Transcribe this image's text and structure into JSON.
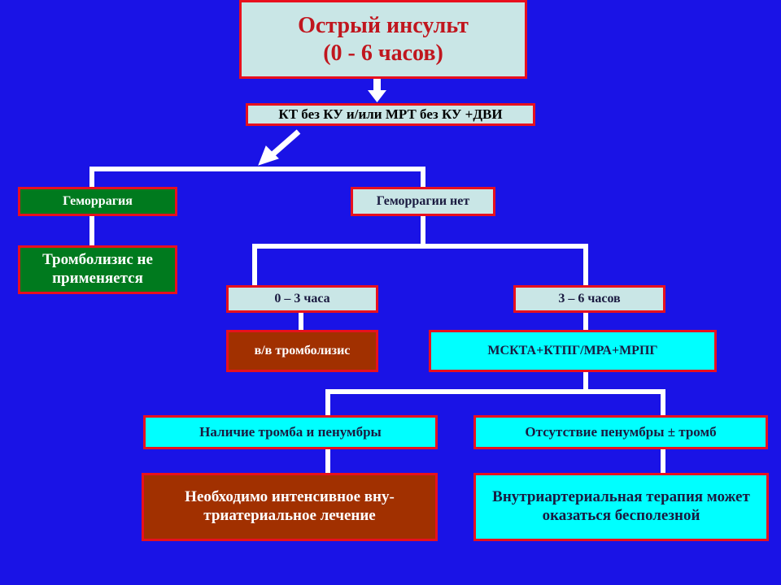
{
  "title": {
    "line1": "Острый инсульт",
    "line2": "(0 - 6 часов)"
  },
  "nodes": {
    "imaging": "КТ без КУ и/или МРТ без КУ +ДВИ",
    "hemorrhage": "Геморрагия",
    "no_hemorrhage": "Геморрагии нет",
    "thrombolysis_not_applied": "Тромболизис не применяется",
    "window_0_3": "0 – 3 часа",
    "window_3_6": "3 – 6 часов",
    "iv_thrombolysis": "в/в тромболизис",
    "advanced_imaging": "МСКТА+КТПГ/МРА+МРПГ",
    "thrombus_penumbra": "Наличие тромба и пенумбры",
    "no_penumbra": "Отсутствие пенумбры ± тромб",
    "intensive_treatment": "Необходимо интенсивное вну-триатериальное лечение",
    "intraarterial_useless": "Внутриартериальная терапия может оказаться бесполезной"
  },
  "colors": {
    "background": "#1a13e6",
    "border": "#e8101e",
    "connector": "#ffffff"
  }
}
